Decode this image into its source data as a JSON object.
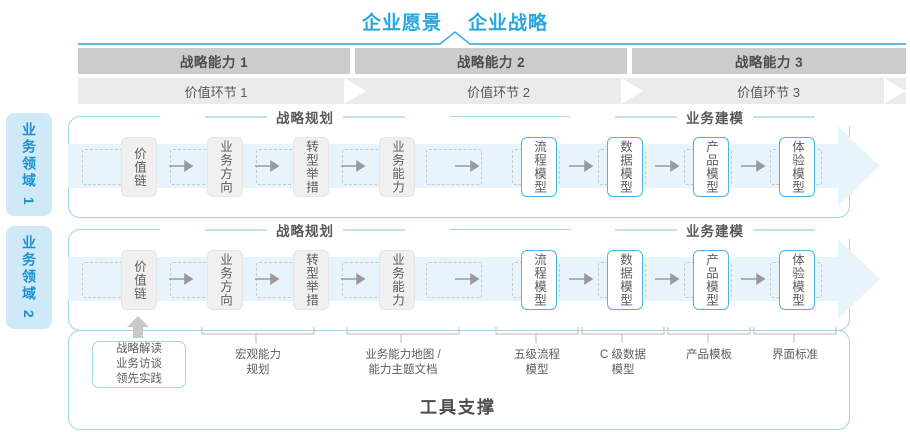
{
  "header": {
    "vision": "企业愿景",
    "strategy": "企业战略"
  },
  "capabilities": [
    {
      "label": "战略能力 1"
    },
    {
      "label": "战略能力 2"
    },
    {
      "label": "战略能力 3"
    }
  ],
  "value_links": [
    {
      "label": "价值环节 1"
    },
    {
      "label": "价值环节 2"
    },
    {
      "label": "价值环节 3"
    }
  ],
  "domains": [
    {
      "label": "业务领域 1"
    },
    {
      "label": "业务领域 2"
    }
  ],
  "sections": [
    {
      "label": "战略规划"
    },
    {
      "label": "业务建模"
    }
  ],
  "nodes": {
    "planning": [
      {
        "label": "价值链"
      },
      {
        "label": "业务方向"
      },
      {
        "label": "转型举措"
      },
      {
        "label": "业务能力"
      }
    ],
    "modeling": [
      {
        "label": "流程模型"
      },
      {
        "label": "数据模型"
      },
      {
        "label": "产品模型"
      },
      {
        "label": "体验模型"
      }
    ]
  },
  "tools": {
    "highlight_box": "战略解读\n业务访谈\n领先实践",
    "labels": [
      {
        "text": "宏观能力\n规划"
      },
      {
        "text": "业务能力地图 /\n能力主题文档"
      },
      {
        "text": "五级流程\n模型"
      },
      {
        "text": "C 级数据\n模型"
      },
      {
        "text": "产品模板"
      },
      {
        "text": "界面标准"
      }
    ],
    "footer_title": "工具支撑"
  },
  "colors": {
    "accent": "#2ba6dd",
    "accent_light": "#9fd4ee",
    "band": "#e8f4fb",
    "tab_bg": "#cfe9f8",
    "cap_bg": "#cccccc",
    "val_bg": "#ebebeb",
    "node_gray": "#f0f0f0",
    "node_blue_border": "#4fb3e0",
    "text": "#5c5d5f"
  }
}
